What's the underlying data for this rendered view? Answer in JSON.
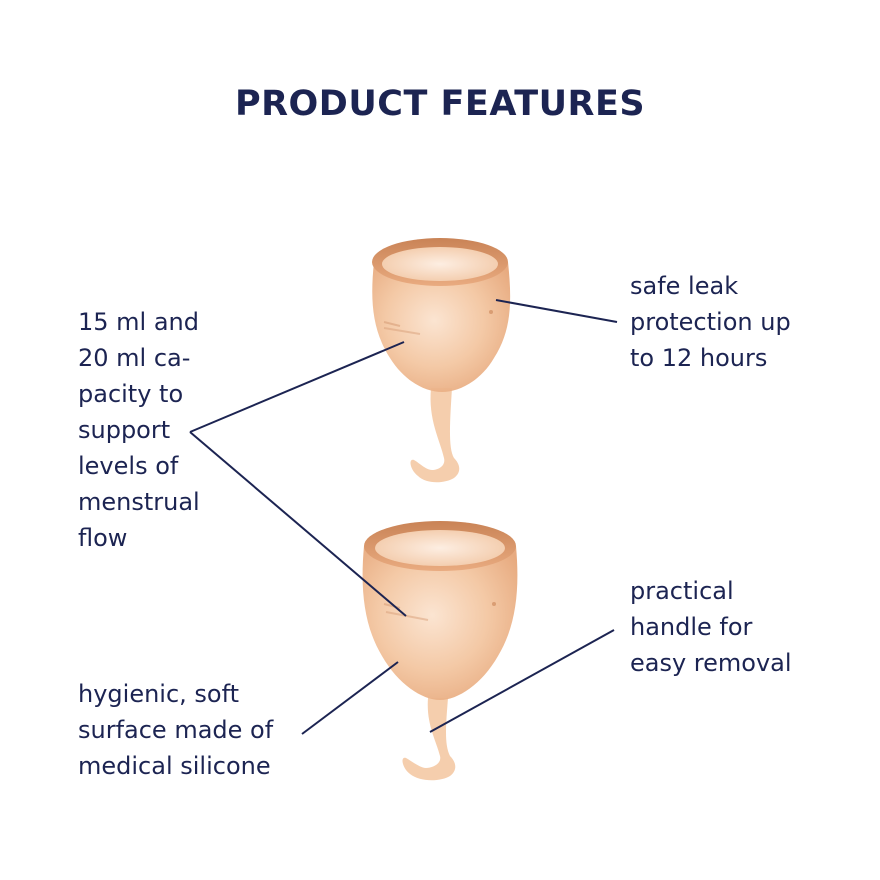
{
  "header": {
    "title": "PRODUCT FEATURES"
  },
  "features": {
    "capacity": "15 ml and\n20 ml ca-\npacity to\nsupport\nlevels of\nmenstrual\nflow",
    "leak": "safe leak\nprotection up\nto 12 hours",
    "handle": "practical\nhandle for\neasy removal",
    "surface": "hygienic, soft\nsurface made of\nmedical silicone"
  },
  "colors": {
    "text": "#1c2452",
    "cup_light": "#f6d2b4",
    "cup_mid": "#eeb68c",
    "cup_dark": "#c98356",
    "background": "#ffffff"
  },
  "icons": {
    "cup_top": "menstrual-cup-icon",
    "cup_bottom": "menstrual-cup-icon"
  }
}
